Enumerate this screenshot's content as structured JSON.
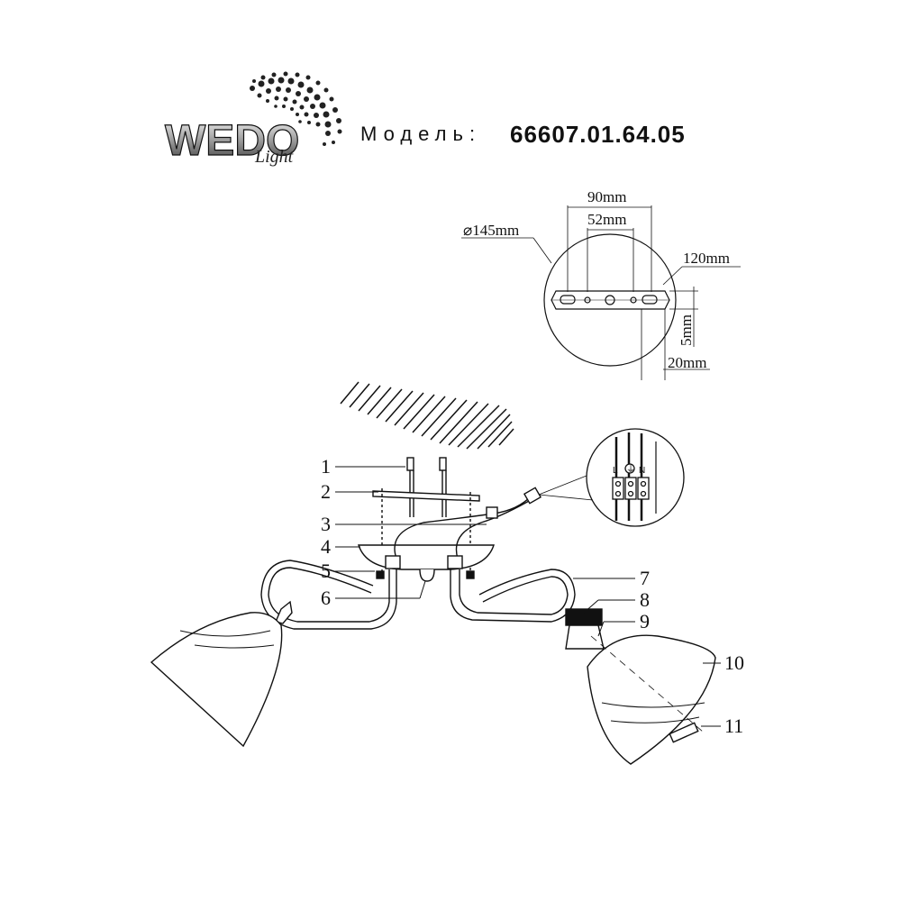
{
  "brand": {
    "name": "WEDO",
    "script": "Light"
  },
  "model": {
    "label": "Модель:",
    "number": "66607.01.64.05"
  },
  "mounting": {
    "diameter": "⌀145mm",
    "spacing_outer": "90mm",
    "spacing_inner": "52mm",
    "length": "120mm",
    "height": "5mm",
    "offset": "20mm"
  },
  "terminal": {
    "line": "L",
    "neutral": "N",
    "ground_symbol": "⏚"
  },
  "parts": [
    "1",
    "2",
    "3",
    "4",
    "5",
    "6",
    "7",
    "8",
    "9",
    "10",
    "11"
  ]
}
